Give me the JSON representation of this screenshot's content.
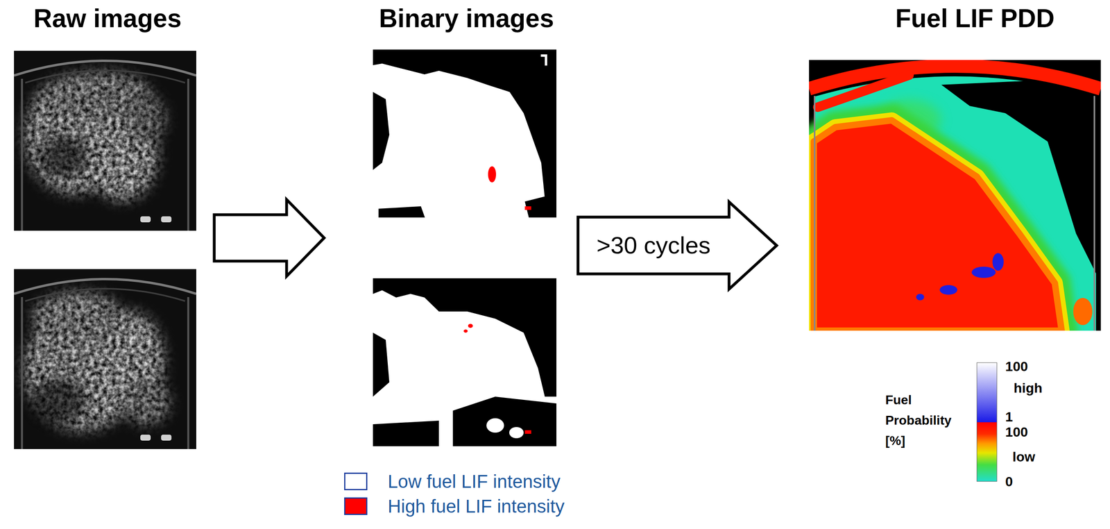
{
  "diagram": {
    "nodes": [
      {
        "text": [
          "Raw images"
        ]
      },
      {
        "text": [
          "Binary images"
        ]
      },
      {
        "text": [
          "Fuel LIF PDD"
        ]
      }
    ],
    "edges": [
      {
        "from": 0,
        "to": 1,
        "arrow": "to"
      },
      {
        "from": 1,
        "to": 2,
        "label": ">30 cycles",
        "arrow": "to"
      }
    ],
    "labels": [
      "Fuel Probability [%]",
      "100",
      "high",
      "1",
      "100",
      "low",
      "0"
    ],
    "legend": [
      {
        "text": "Low fuel LIF intensity",
        "color": "#ffffff"
      },
      {
        "text": "High fuel LIF intensity",
        "color": "#ff0000"
      }
    ]
  }
}
